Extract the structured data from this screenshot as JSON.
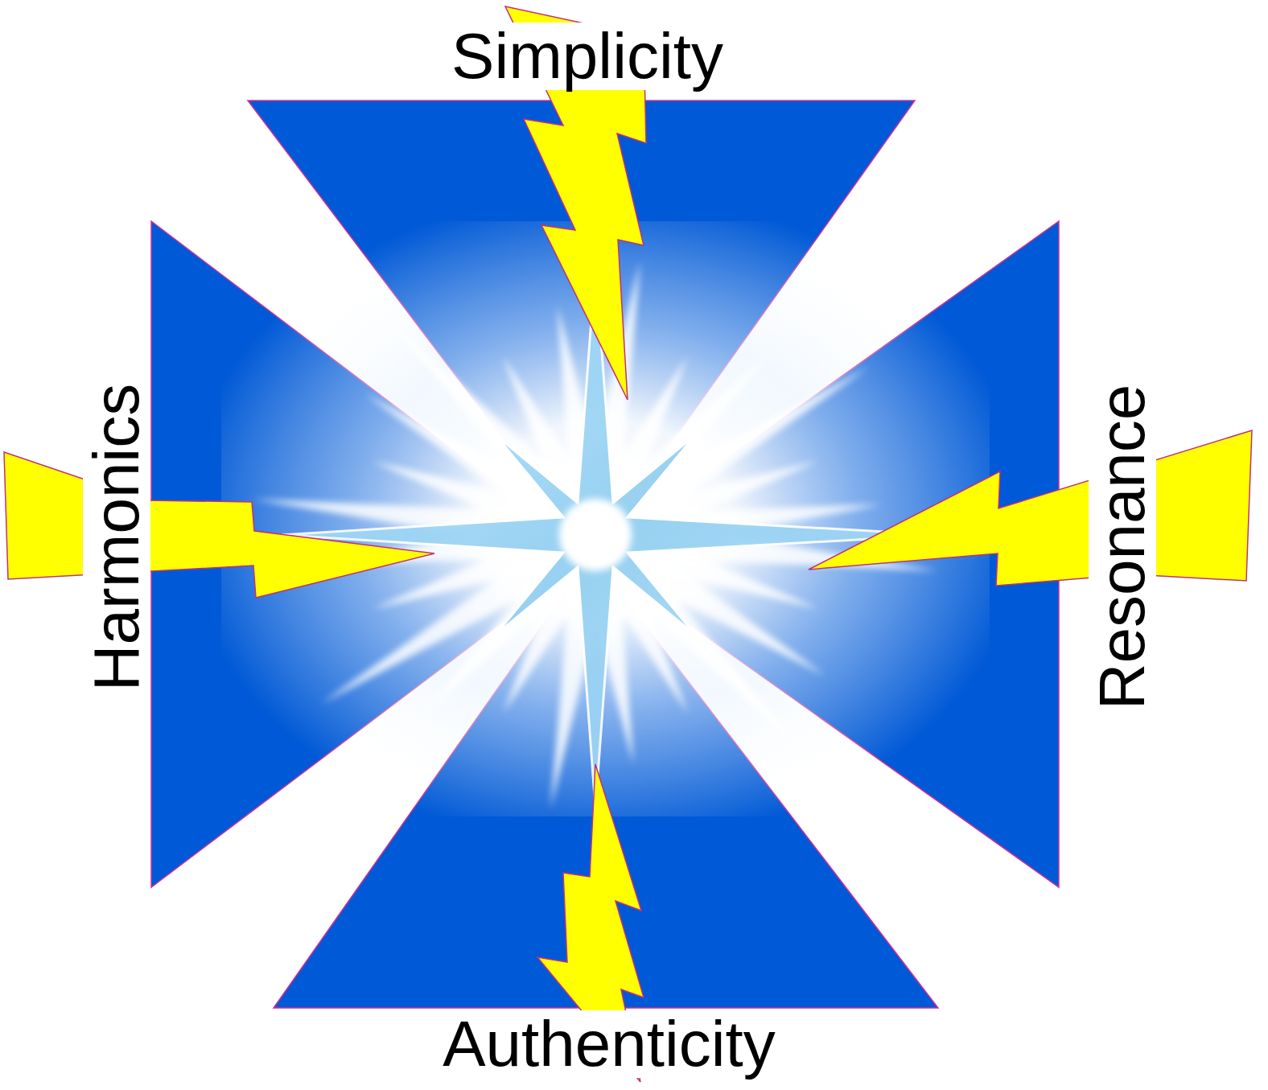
{
  "diagram": {
    "nodes": [
      {
        "text": [
          "Simplicity"
        ]
      },
      {
        "text": [
          "Harmonics"
        ]
      },
      {
        "text": [
          "Resonance"
        ]
      },
      {
        "text": [
          "Authenticity"
        ]
      }
    ]
  }
}
